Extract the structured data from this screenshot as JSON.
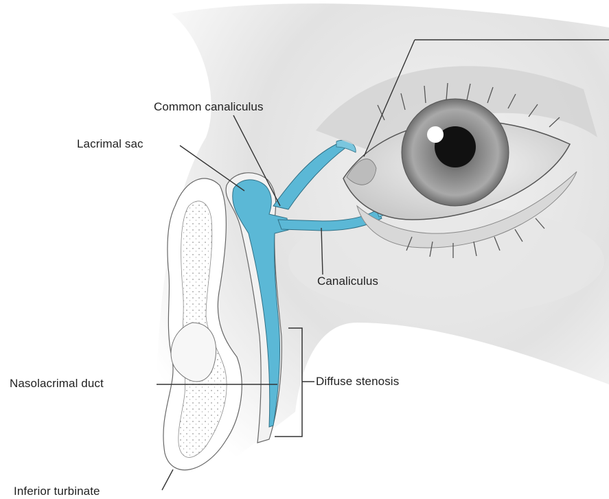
{
  "labels": {
    "common_canaliculus": "Common canaliculus",
    "lacrimal_sac": "Lacrimal sac",
    "canaliculus": "Canaliculus",
    "nasolacrimal_duct": "Nasolacrimal duct",
    "diffuse_stenosis": "Diffuse stenosis",
    "inferior_turbinate": "Inferior turbinate"
  },
  "colors": {
    "duct_fill": "#5bb8d6",
    "skin_shade": "#cfcfcf",
    "line": "#333333"
  }
}
